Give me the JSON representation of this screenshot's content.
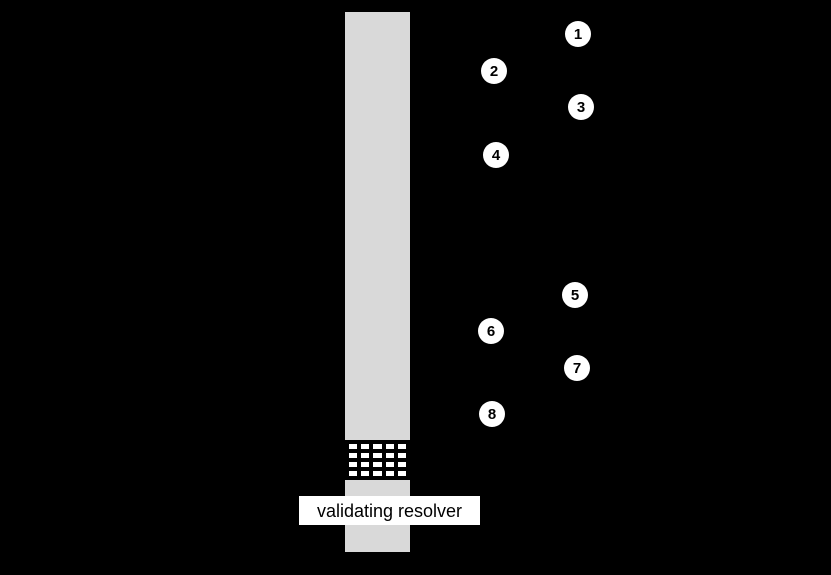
{
  "diagram": {
    "label": "validating resolver",
    "steps": [
      "1",
      "2",
      "3",
      "4",
      "5",
      "6",
      "7",
      "8"
    ],
    "colors": {
      "background": "#000000",
      "bar": "#d9d9d9",
      "grid_cell": "#ffffff",
      "marker_fill": "#ffffff",
      "marker_text": "#000000",
      "label_background": "#ffffff",
      "label_text": "#000000"
    }
  }
}
